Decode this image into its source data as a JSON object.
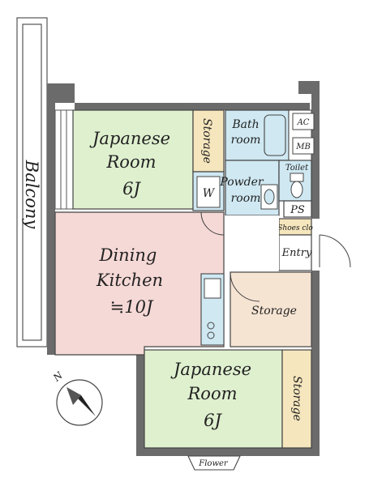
{
  "rooms": {
    "japanese_room_north": {
      "line1": "Japanese",
      "line2": "Room",
      "line3": "6J",
      "color": "#dff0cf"
    },
    "japanese_room_south": {
      "line1": "Japanese",
      "line2": "Room",
      "line3": "6J",
      "color": "#dff0cf"
    },
    "dining_kitchen": {
      "line1": "Dining",
      "line2": "Kitchen",
      "line3": "≒10J",
      "color": "#f5d9d6"
    },
    "storage_west": {
      "label": "Storage",
      "color": "#f5e6bd"
    },
    "storage_mid": {
      "label": "Storage",
      "color": "#f6e4d3"
    },
    "storage_south": {
      "label": "Storage",
      "color": "#f5e6bd"
    },
    "bath": {
      "line1": "Bath",
      "line2": "room",
      "color": "#cfe8f2"
    },
    "powder": {
      "line1": "Powder",
      "line2": "room",
      "color": "#cfe8f2"
    },
    "toilet": {
      "label": "Toilet",
      "color": "#cfe8f2"
    },
    "washer": {
      "label": "W"
    },
    "ac": {
      "label": "AC"
    },
    "mb": {
      "label": "MB"
    },
    "ps": {
      "label": "PS"
    },
    "shoes": {
      "label": "Shoes clo"
    },
    "entry": {
      "label": "Entry"
    },
    "balcony": {
      "label": "Balcony"
    },
    "flower": {
      "label": "Flower"
    }
  },
  "compass": {
    "label": "N"
  },
  "colors": {
    "wall": "#6b6b6b",
    "outline": "#444444"
  }
}
